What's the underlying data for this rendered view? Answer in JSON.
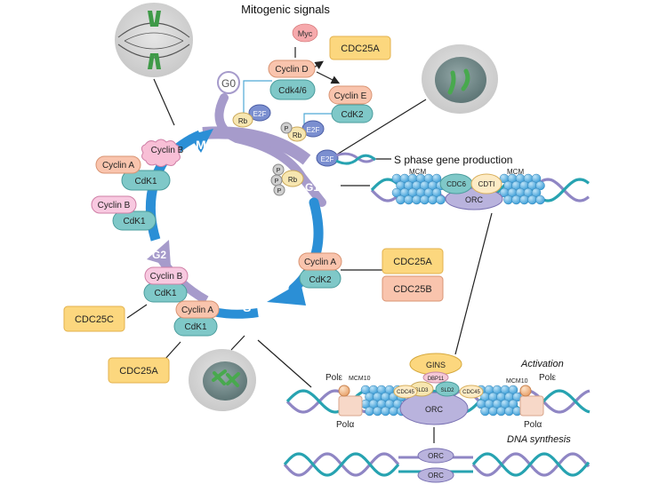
{
  "title": "Mitogenic signals",
  "phases": {
    "g0": "G0",
    "g1": "G1",
    "s": "S",
    "g2": "G2",
    "m": "M"
  },
  "signals": {
    "myc": "Myc"
  },
  "proteins": {
    "cyclin_d": "Cyclin D",
    "cdk46": "Cdk4/6",
    "cyclin_e": "Cyclin E",
    "cdk2": "CdK2",
    "rb": "Rb",
    "e2f": "E2F",
    "p": "P",
    "cyclin_a": "Cyclin A",
    "cyclin_b": "Cyclin B",
    "cdk1": "CdK1"
  },
  "phosphatases": {
    "cdc25a": "CDC25A",
    "cdc25b": "CDC25B",
    "cdc25c": "CDC25C"
  },
  "s_phase_label": "S phase gene production",
  "licensing": {
    "mcm": "MCM",
    "cdc6": "CDC6",
    "cdt1": "CDTI",
    "orc": "ORC"
  },
  "activation": {
    "title": "Activation",
    "gins": "GINS",
    "dbp11": "DBP11",
    "sld3": "SLD3",
    "sld2": "SLD2",
    "cdc45": "CDC45",
    "mcm10": "MCM10",
    "pol_e": "Polε",
    "pol_a": "Polα",
    "orc": "ORC"
  },
  "synthesis": {
    "title": "DNA synthesis",
    "orc": "ORC"
  },
  "colors": {
    "cycle_blue": "#2b8fd6",
    "cycle_purple": "#a69bcb",
    "cdc_yellow": "#fcd77e",
    "cdc_salmon": "#f9c4ad",
    "cdk_teal": "#7fc8c8",
    "mcm_blue": "#5fb5e8",
    "dna_teal": "#27a3b1",
    "dna_purple": "#8f86c4"
  }
}
